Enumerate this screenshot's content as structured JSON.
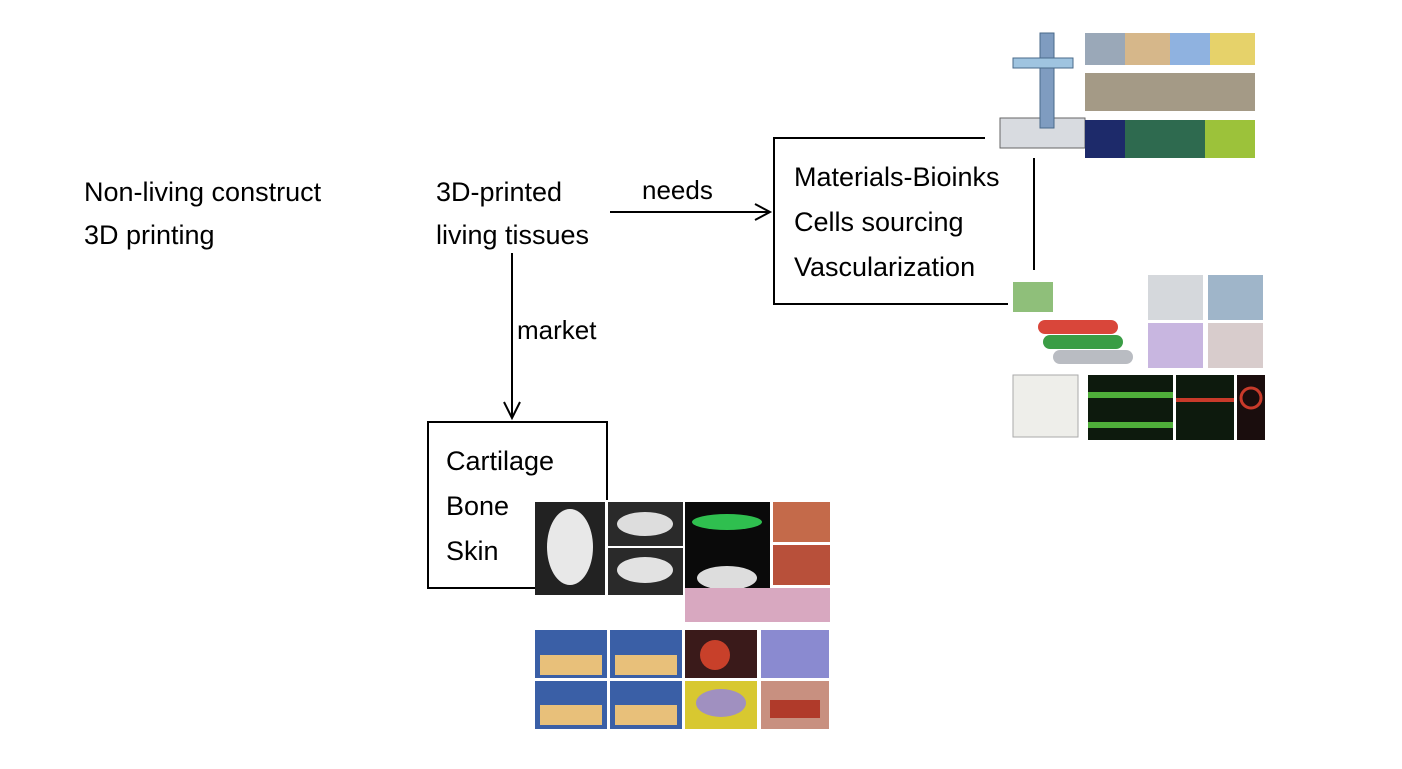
{
  "left_text": {
    "line1": "Non-living construct",
    "line2": "3D printing"
  },
  "center_node": {
    "line1": "3D-printed",
    "line2": "living tissues"
  },
  "edge_needs": {
    "label": "needs"
  },
  "edge_market": {
    "label": "market"
  },
  "needs_box": {
    "items": [
      "Materials-Bioinks",
      "Cells sourcing",
      "Vascularization"
    ]
  },
  "market_box": {
    "items": [
      "Cartilage",
      "Bone",
      "Skin"
    ]
  },
  "images": {
    "bioink_figure": "3D bioprinting scaffold illustration",
    "vascular_figure": "printed vascular channel figures",
    "cartilage_figure": "printed ear cartilage and bone constructs",
    "skin_figure": "printed skin layers and handheld printer"
  }
}
